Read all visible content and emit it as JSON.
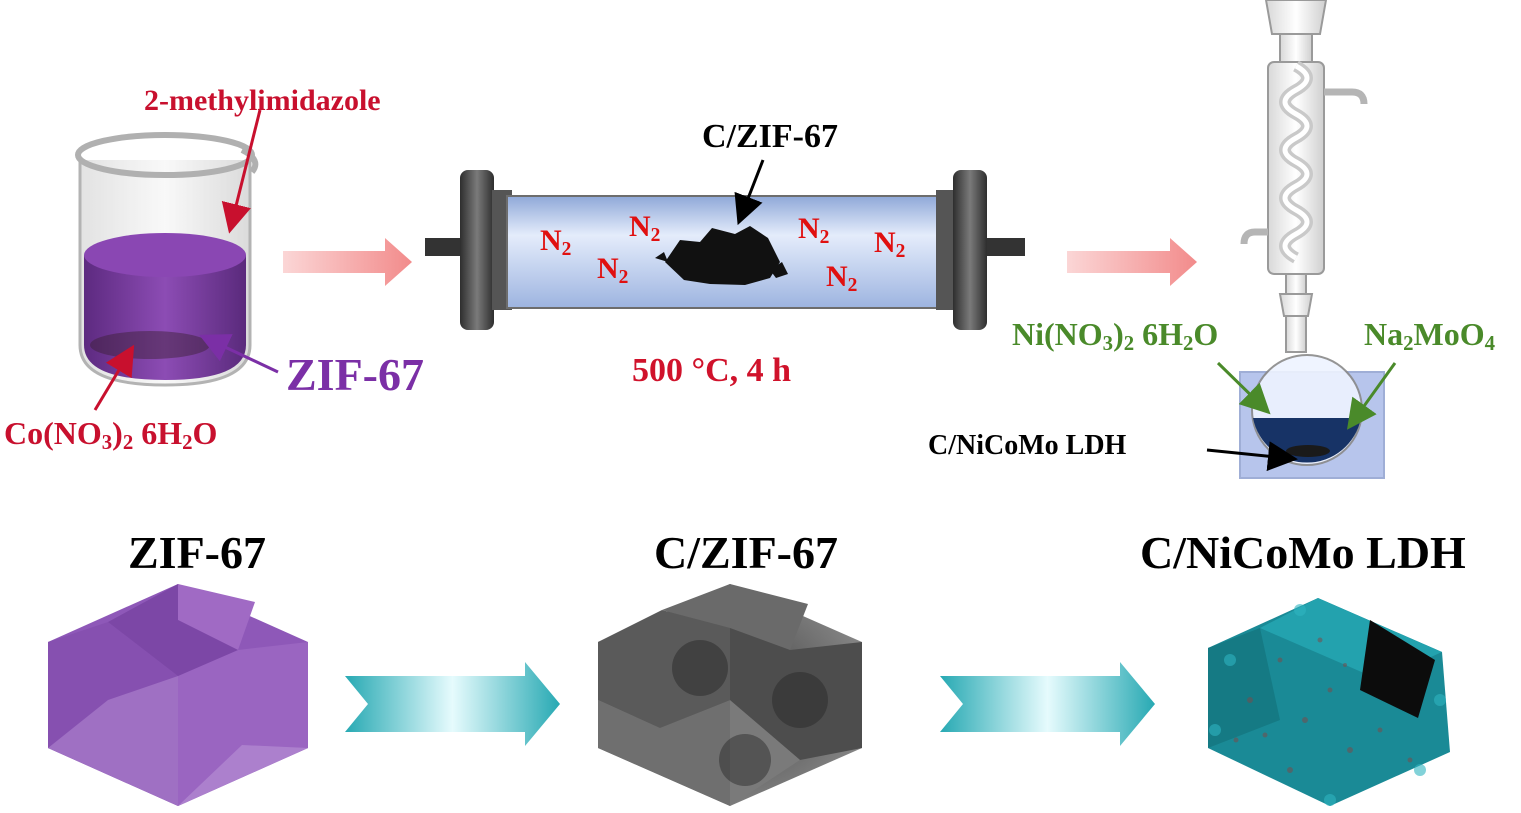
{
  "labels": {
    "methylimidazole": "2-methylimidazole",
    "zif67_beaker": "ZIF-67",
    "cobalt_prefix": "Co(NO",
    "cobalt_sub3": "3",
    "cobalt_mid": ")",
    "cobalt_sub2": "2",
    "cobalt_suffix": " 6H",
    "cobalt_subh": "2",
    "cobalt_end": "O",
    "czif_tube": "C/ZIF-67",
    "n2_main": "N",
    "n2_sub": "2",
    "conditions": "500 °C, 4 h",
    "nickel_prefix": "Ni(NO",
    "nickel_sub3": "3",
    "nickel_mid": ")",
    "nickel_sub2": "2",
    "nickel_suffix": " 6H",
    "nickel_subh": "2",
    "nickel_end": "O",
    "sodium_a": "Na",
    "sodium_sub2": "2",
    "sodium_b": "MoO",
    "sodium_sub4": "4",
    "ldh_flask": "C/NiCoMo LDH"
  },
  "bottom": {
    "title_1": "ZIF-67",
    "title_2": "C/ZIF-67",
    "title_3": "C/NiCoMo LDH"
  },
  "colors": {
    "zif_purple": "#8a52b0",
    "liquid_purple": "#7a3a9a",
    "label_red": "#d0122b",
    "label_green": "#4a8a2a",
    "process_arrow": "#f4a0a0",
    "teal_arrow": "#2bb7c0",
    "ldh_teal": "#1a8a96"
  },
  "icons": [
    "beaker-icon",
    "tube-furnace-icon",
    "reflux-condenser-icon",
    "process-arrow-icon",
    "polyhedron-icon"
  ]
}
